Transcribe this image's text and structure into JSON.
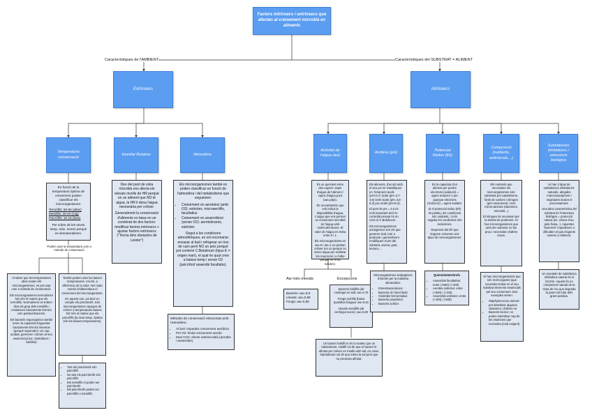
{
  "title": "Factors intrínsecs i extrínsecs que afecten al creixement microbià en aliments",
  "edge_labels": {
    "ambient": "Característiques de l'AMBIENT",
    "substrat": "Característiques del SUBSTRAT = ALIMENT"
  },
  "nodes": {
    "extrinsecs": "Extrínsecs",
    "intrinsecs": "Intrínsecs",
    "temperatura": "Temperatura conservació",
    "humitat": "Humitat Relativa",
    "atmosfera": "Atmosfera",
    "aw": "Activitat de l'aigua (aw)",
    "acidesa": "Acidesa (pH)",
    "redox": "Potencial Redox (Eh)",
    "composicio": "Composició (nutrients, antimicrob....)",
    "inhibidores": "Substàncies inhibidores / estructura biològica"
  },
  "temp_box": {
    "intro": "En funció de la temperatura òptima de creixement podem classificar els microorganismes:",
    "items": [
      "Termòfils: 55-65 (altes)",
      "Mesòfils: 30-40 (mig)",
      "Psicròfils: 10-15 (baix)"
    ],
    "note": "Per sobre de les seves temp. màx. moren perquè es desnaturalitzen."
  },
  "temp_link": "Podem usar la temperatura com a mètode de conservació",
  "temp_left": {
    "p1": "Al saber que les temperatures altes maten els microorganismes, es pot usar com a mètode de conservació.",
    "p2": "Els microorganismes termodúrics NO són el mateix que els termòfils. Normalment es troben dins els grup dels mesòfils i resisteixen tractaments tèrmics com pasteuritzacions.",
    "p3": "Els bacteris esporogènics també tenen la capacitat d'aguantar tractaments tèrmics intensos (perquè esporulen). Un cop acabat, germinen i tornen al seu estat inicial (ex: clostridium i bacillus)"
  },
  "temp_right": {
    "p1": "També podem usar les baixes temperatures. Ara bé, a diferència de la calor, NO mata només inhibeix/atura el creixement del microorganisme.",
    "p2": "En aquest cas, cal tenir en compte els psicròtrofs. Són microorganismes capaços de créixer a temperatures baixes NO són el mateix que els psicròfils (la seva temp. òptima són les baixes temperatures)."
  },
  "temp_list": [
    "Tots els psicròtrofs són psicròfils",
    "No tots els psicròtrofs són psicròfils",
    "Els mesòfils sí poden ser psicròtrofs",
    "Els psicròtrofs poden ser psicròfils o mesòfils"
  ],
  "humitat_box": {
    "p1": "Des del punt de vista microbià ens afecta els elevats nivells de HR perquè en un aliment que NO té aigua, la HR li dona l'aigua necessària per créixer.",
    "p2": "Generalment la conservació d'aliments es basa en un combinat de dos factors: modificar factors intrínsecs + ajustar factors extrínsecs (\"Teoria dels obstacles de Leister\")"
  },
  "atmosfera_box": {
    "intro": "Els microorganismes també es poden classificar en funció de l'atmosfera i del metabolisme que segueixen:",
    "a1": "Creixement en aerobiosi (amb O2): estrictes, microaeròfils, facultatius",
    "a2": "Creixement en anaerobiosi (sense O2): aerotolerants, estrictes",
    "p": "Degut a les condicions atmosfèriques, es sol recomanar envasar al buit i refrigerar un tros de carn però NO un peix perquè pot contenir C.Botulinum (tipus E = origen marí), el qual és qual creix a baixes temp i sense O2 (psicròtrof anaerobi facultatiu)."
  },
  "atmosfera_methods": {
    "title": "Mètodes de conservació relacionats amb l'atmosfera:",
    "items": [
      "Al buit: impedeix creixement aeròbics",
      "Per O2: limita creixement aerobi",
      "Mod CO2: efecte antimicrobià (aerobis i anaerobis)."
    ]
  },
  "aw_box": {
    "p1": "És un quocient entre dos vapors: vapor d'aigua de l'aliment / vapor d'aigua pura (aw=p/po).",
    "p2": "És un paràmetre que ens indica la disponibilitat d'aigua. L'aigua que ens permet un creixement microbià és l'aigua amb molècules lliures. El valor de l'aigua es troba entre 0 i 1.",
    "p3": "Els microorganismes en aw=0 i aw=1 no podran créixer (en un perquè no tenen aigua per realitzar les reaccions i a l'altre perquè no hi ha solutes)."
  },
  "aw_branches": {
    "left": "Aw més elevats",
    "right": "Excepcions"
  },
  "aw_left_items": [
    "Bacteris: aw=0,9",
    "Llevats: aw=0,88",
    "Fongs: aw=0,80"
  ],
  "aw_right_items": [
    "Bacteris halòfils (alt contingut en sal): aw=0,75",
    "Fongs xeròfils (baixa quantitat d'aigua): aw=0,61",
    "Llevats osmòfils (alt contingut sucre): aw=0,60"
  ],
  "aw_bottom": "Un bacteri halòfil no és lo mateix que un halotolerant. Halòfil vol dir que el bacteri té afinitat per créixer en medis amb sal, en canvi, halotolerant vol dir que tolera la sal però que no presenta afinitat.",
  "acid_box": {
    "p1": "Els aliments, d'acord amb el seu pH es classifiquen en: fortament àcids (pH<3,7) àcids (pH=3,7-4,6) semi-àcids (pH=4,6-5,3) poc àcids (pH>5,3).",
    "p2": "El punt de pH = 4,6 és molt important tenir-lo controlat perquè és on creix el C.Botulinum.",
    "p3": "Els microorganismes acidogènics són els que generen àcid com a producte i generalment modifiquen el pH del substrat, aroma, gust, textura...."
  },
  "acid_list_title": "Microorganismes acidogènics d'interès per la indústria alimentària:",
  "acid_list": [
    "Enterobacteriàcies",
    "Bacteris de l'àcid làctic",
    "Clostridis fermentatius",
    "Bacteris propiònics",
    "Bacteris acètics"
  ],
  "redox_box": {
    "p1": "És la capacitat d'un aliment per perdre electrons (oxidació) = agent reductor o per guanyar electrons (reducció) = agent oxidant.",
    "p2": "Si el potencial redox (Eh) és positiu, les condicions són oxidants, i si és negatiu les condicions són reductores.",
    "p3": "Depenent del Eh que tinguem creixeran uns tipus de microorganismes."
  },
  "redox_list_title": "Quimiohetetròtrofs",
  "redox_list": [
    "Anaerobis facultatius: entre (+500) i (-200)",
    "Aerobis estrictes: entre (+500) i (+100)",
    "Anaerobis estrictes: entre (+100) i (-500)."
  ],
  "comp_box": {
    "p1": "Els nutrients que necessiten els microorganismes són: substrats pel catabolisme, fonts de carboni i nitrogen (pel creixement) i més micronutrients (vitamines, minerals...)",
    "p2": "El nitrogen és necessari per la síntesi de proteïnes. Hi han microorganismes que amb els nutrients no fan prou i necessiten d'altres coses."
  },
  "comp_box2": {
    "intro": "Hi han microorganismes que són molt exigents (que necessita trobar en el seu substrat elements essencials pel seu creixement. Dos exemples serien:",
    "items": [
      "Staphylococcus aureus: pot sintetitzar algunes vitamines i d'altres no",
      "Bacteris làctics: no poden sintetitzar cap de les vitamines que necessita (molt exigent)"
    ]
  },
  "inhib_box": {
    "p1": "Hi han 3 tipus de substàncies inhibidores: naturals, afegides intencionadament i originades durant el processament.",
    "p2": "Una altra característica del substrat és l'estructura biològica = protecció natura (ex: closca d'ou, pela fruita...). Aquestes \"barreres\" impedeixen o dificulten el pas d'agents externs a l'aliment."
  },
  "inhib_box2": "Un exemple de substància inhibidora natural és el lizozim. Aquest és un component natural de la clara de l'ou que degrada la paret cel·lular dels gram-positius."
}
